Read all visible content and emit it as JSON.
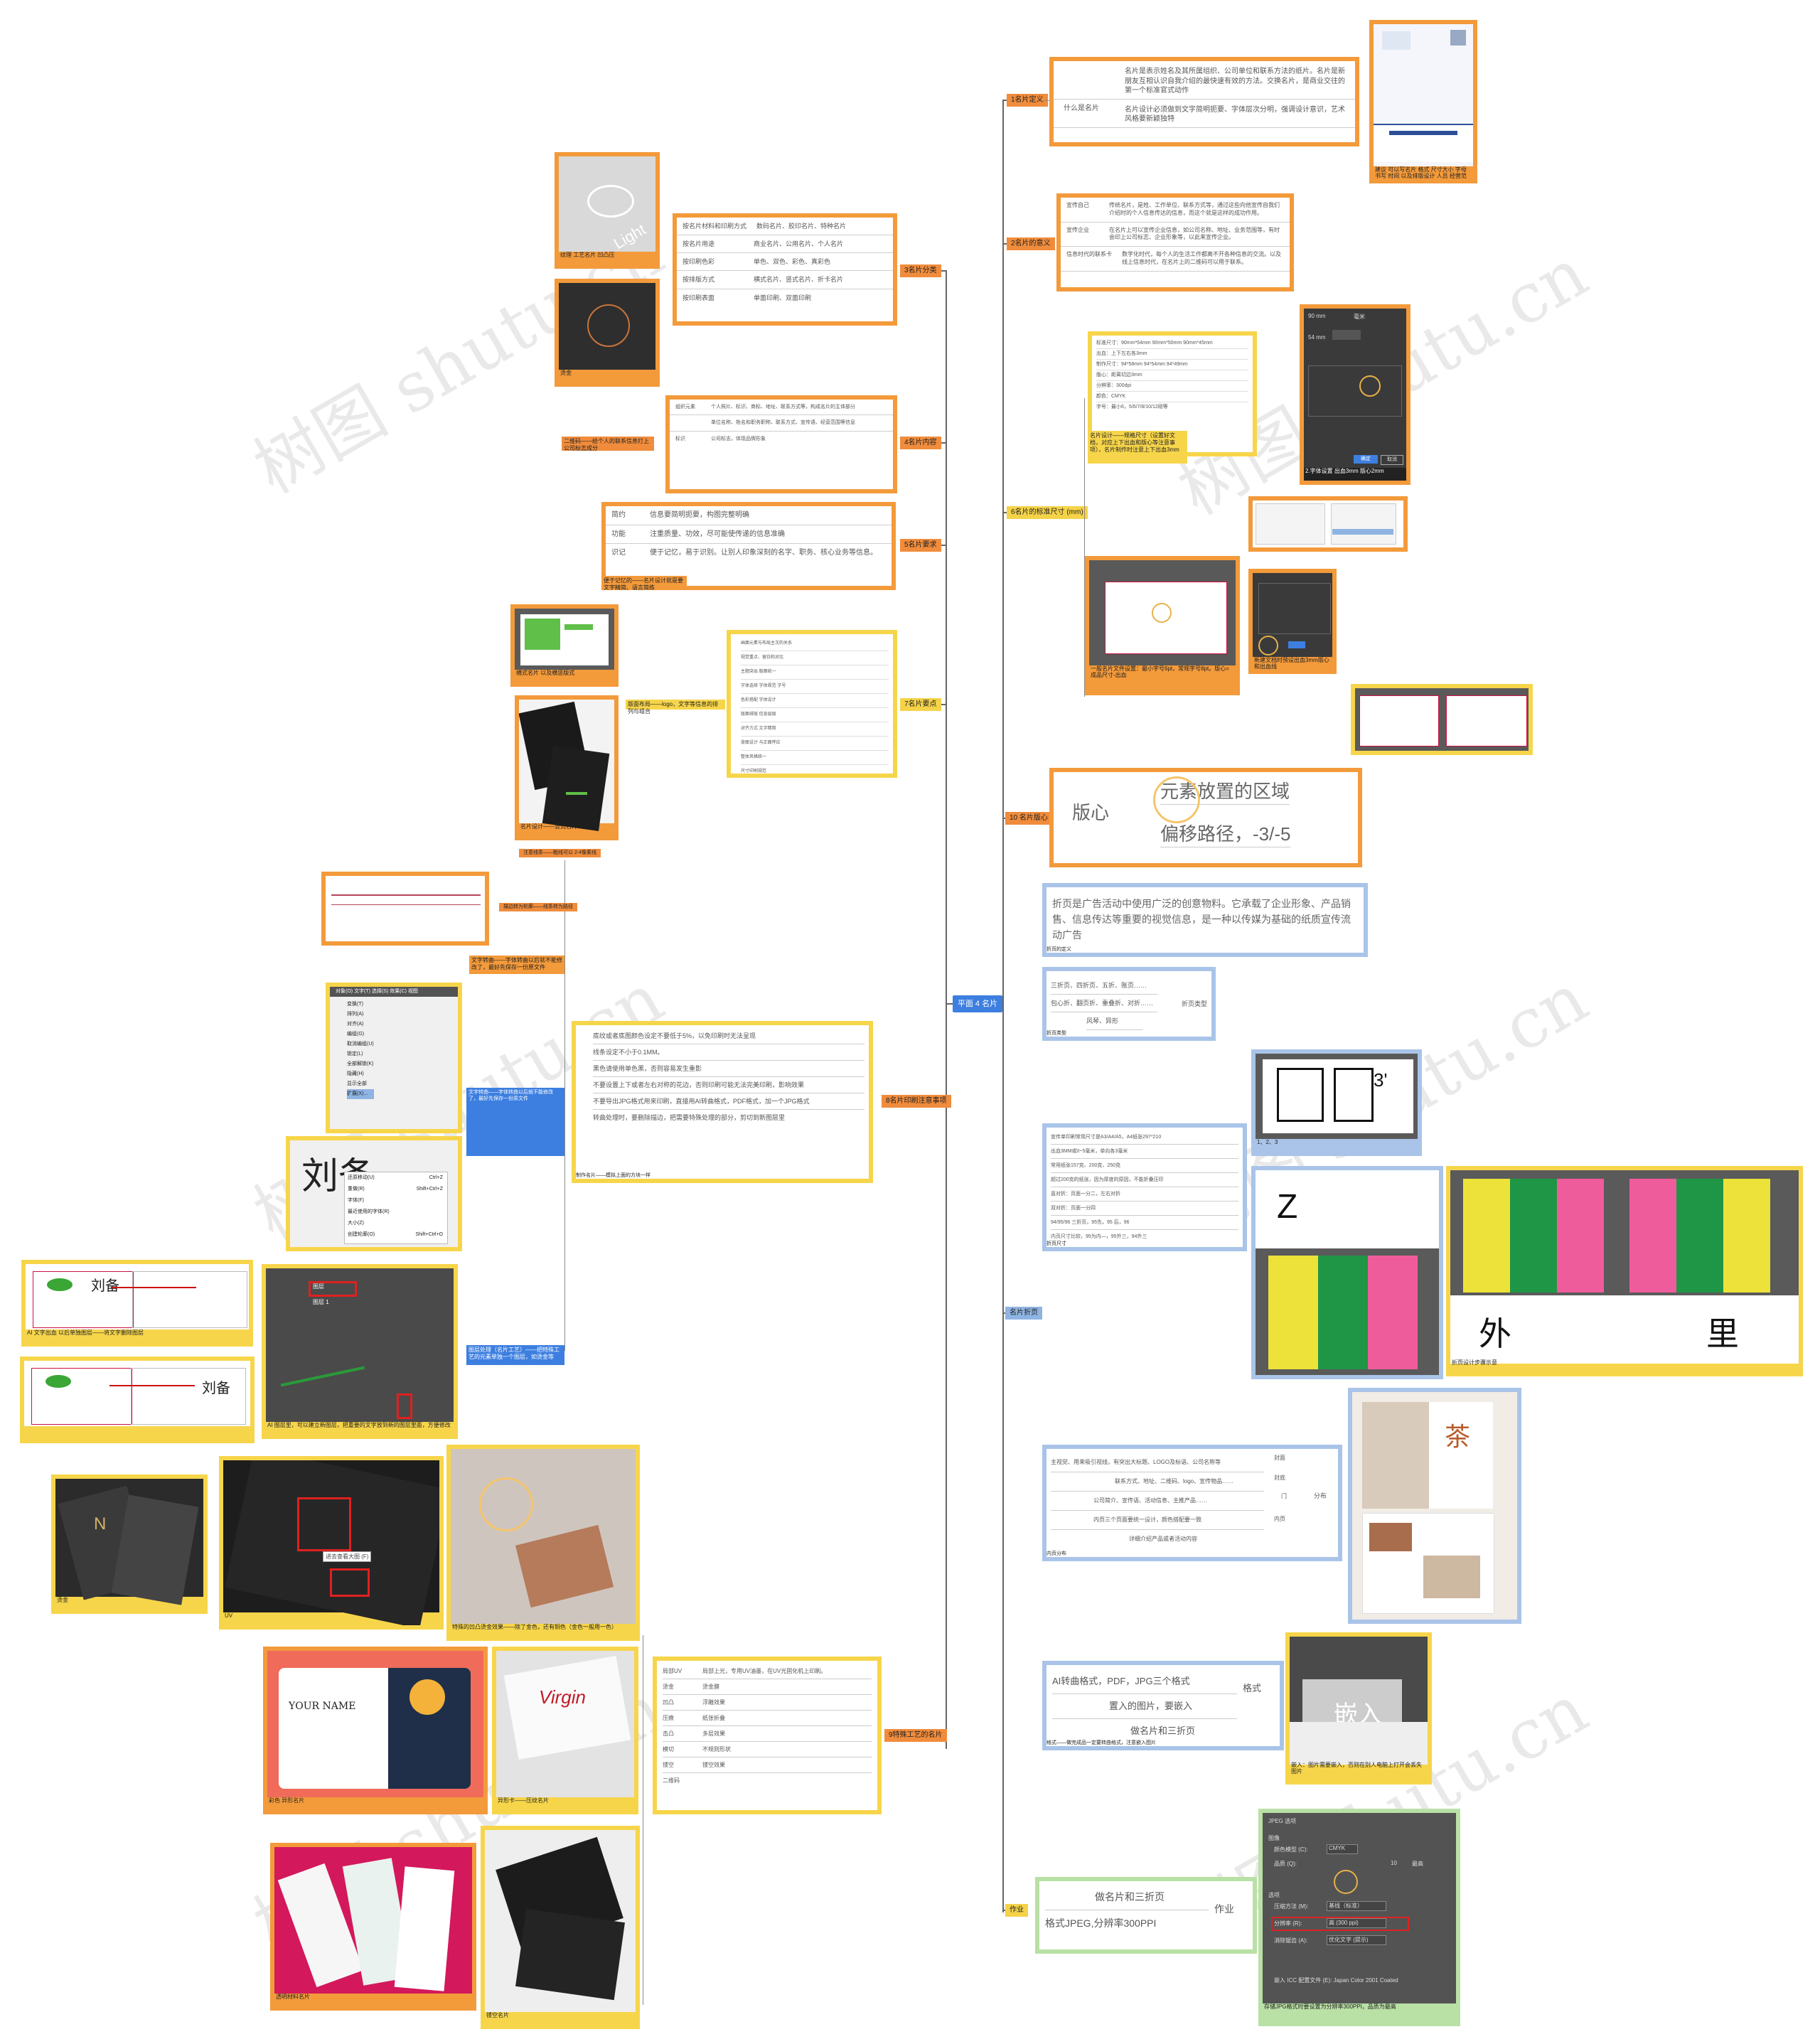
{
  "center": "平面 4 名片",
  "right": {
    "n1": {
      "label": "1名片定义",
      "rows": [
        {
          "k": "",
          "v": "名片是表示姓名及其所属组织、公司单位和联系方法的纸片。名片是新朋友互相认识自我介绍的最快速有效的方法。交换名片，是商业交往的第一个标准官式动作"
        },
        {
          "k": "什么是名片",
          "v": ""
        },
        {
          "k": "",
          "v": "名片设计必须做到文字简明扼要、字体层次分明，强调设计意识，艺术风格要新颖独特"
        }
      ],
      "img_caption": "建议 可以写名片 格式 尺寸大小 字母书写 时间 以及排版设计 人员 经营范围"
    },
    "n2": {
      "label": "2名片的意义",
      "rows": [
        {
          "k": "宣传自己",
          "v": "传统名片，是姓、工作单位、联系方式等，通过这些向他宣传自我们介绍时的个人信息传达的信息，而这个就是这样的成功作用。"
        },
        {
          "k": "宣传企业",
          "v": "在名片上可以宣传企业信息，如公司名称、地址、业务范围等，有时会印上公司标志、企业形象等，以此来宣传企业。"
        },
        {
          "k": "信息时代的联系卡",
          "v": "数字化时代，每个人的生活工作都离不开各种信息的交流。以及线上信息时代，在名片上的二维码可以用于联系。"
        }
      ]
    },
    "n3": {
      "label": "6名片的标准尺寸 (mm)",
      "rows": [
        "标准尺寸：90mm*54mm   90mm*50mm   90mm*45mm",
        "出血：上下左右各3mm",
        "制作尺寸：94*58mm   94*54mm   94*49mm",
        "版心：距离切边3mm",
        "分辨率：300dpi",
        "颜色：CMYK",
        "字号：最小6，5/6/7/8/10/12磅等"
      ],
      "cap_a": "名片设计——规格尺寸（设置好文档，对应上下出血和版心等注意事项），名片制作时注意上下出血3mm",
      "cap_b": "2.字体设置 出血3mm 版心2mm",
      "cap_c": "一般名片文件设置：最小字号6pt，常规字号8pt。版心=成品尺寸-出血",
      "cap_d": "新建文档时预设出血3mm版心和出血线",
      "dlg": {
        "title": "新建文档",
        "w": "90 mm",
        "h": "54 mm",
        "unit": "毫米",
        "ok": "确定",
        "cancel": "取消"
      }
    },
    "n4": {
      "label": "10 名片版心",
      "a": "元素放置的区域",
      "b": "版心",
      "c": "偏移路径，-3/-5"
    },
    "n5": {
      "text": "折页是广告活动中使用广泛的创意物料。它承载了企业形象、产品销售、信息传达等重要的视觉信息，是一种以传媒为基础的纸质宣传流动广告",
      "cap": "折页的定义"
    },
    "n6": {
      "items": [
        "三折页、四折页、五折、账页……",
        "包心折、翻页折、重叠折、对折……",
        "风琴、异形"
      ],
      "label": "折页类型",
      "cap": "折页类型"
    },
    "n7": {
      "label": "名片折页",
      "rows": [
        "宣传单印刷常用尺寸是A3/A4/A5，A4纸张297*210",
        "出血3MM或0~5毫米，单向各3毫米",
        "常用纸张157克、200克、250克",
        "超过200克的纸张，因为厚度的原因，不能折叠压印",
        "直对折：页面一分二，左右对折",
        "双对折：页面一分四",
        "94/95/96 三折页，95先，95 后，96",
        "内页尺寸比较，95为内—，95外三，94外三"
      ],
      "cap": "折页尺寸",
      "cap2": "折页设计步骤示意",
      "num": "1、2、3"
    },
    "n8": {
      "rows": [
        "主视觉、用来吸引视线，有突出大标题、LOGO及标语、公司名称等",
        "联系方式、地址、二维码、logo、宣传物品……",
        "公司简介、宣传语、活动信息、主推产品……",
        "内页三个页面要统一设计，颜色搭配要一致",
        "详细介绍产品或者活动内容"
      ],
      "k": [
        "封面",
        "封底",
        "门",
        "内页"
      ],
      "label": "分布",
      "cap": "内页分布"
    },
    "n9": {
      "rows": [
        "AI转曲格式，PDF，JPG三个格式",
        "置入的图片，要嵌入",
        "做名片和三折页"
      ],
      "label": "格式",
      "cap": "格式——做完成品一定要转曲格式，注意嵌入图片",
      "cap2": "嵌入：图片需要嵌入，否则在别人电脑上打开会丢失图片",
      "embed": "嵌入"
    },
    "n10": {
      "rows": [
        "做名片和三折页",
        "格式JPEG,分辨率300PPI"
      ],
      "label": "作业",
      "tag": "作业",
      "cap": "存储JPG格式时要设置为分辨率300PPI，品质为最高",
      "dlg": {
        "title": "JPEG 选项",
        "a": "图像",
        "b": "颜色模型 (C):",
        "b1": "CMYK",
        "c": "品质 (Q):",
        "c1": "10",
        "c2": "最高",
        "d": "选项",
        "e": "压缩方法 (M):",
        "e1": "基线（标准）",
        "f": "分辨率 (R):",
        "f1": "高 (300 ppi)",
        "g": "消除锯齿 (A):",
        "g1": "优化文字 (提示)",
        "h": "嵌入 ICC 配置文件 (E): Japan Color 2001 Coated"
      }
    }
  },
  "left": {
    "n1": {
      "label": "3名片分类",
      "rows": [
        {
          "k": "按名片材料和印刷方式",
          "v": "数码名片、胶印名片、特种名片"
        },
        {
          "k": "按名片用途",
          "v": "商业名片、公用名片、个人名片"
        },
        {
          "k": "按印刷色彩",
          "v": "单色、双色、彩色、真彩色"
        },
        {
          "k": "按排版方式",
          "v": "横式名片、竖式名片、折卡名片"
        },
        {
          "k": "按印刷表面",
          "v": "单面印刷、双面印刷"
        }
      ],
      "cap1": "纹理 工艺名片 凹凸压",
      "cap2": "烫金"
    },
    "n2": {
      "label": "4名片内容",
      "note": "二维码——给个人的联系信息打上公司标志成分",
      "rows": [
        {
          "k": "组织元素",
          "v": "个人照片、标识、商标、地址、联系方式等，构成名片的主体部分"
        },
        {
          "k": "",
          "v": "单位名称、姓名和职务职称、联系方式、宣传语、经营范围等信息"
        },
        {
          "k": "标识",
          "v": "公司标志，体现品牌形象"
        }
      ]
    },
    "n3": {
      "label": "5名片要求",
      "rows": [
        {
          "k": "简约",
          "v": "信息要简明扼要，构图完整明确"
        },
        {
          "k": "功能",
          "v": "注重质量、功效，尽可能使传递的信息准确"
        },
        {
          "k": "识记",
          "v": "便于记忆，易于识别。让别人印象深刻的名字、职务、核心业务等信息。"
        }
      ],
      "cap": "便于记忆的——名片设计就是要文字精简、语言简练"
    },
    "n4": {
      "label": "7名片要点",
      "tag": "版面布局——logo，文字等信息的排列与组合",
      "rows": [
        "画面元素与布局主次的关系",
        "视觉重点、留白和对比",
        "主题突出 版面统一",
        "字体选择 字体规范 字号",
        "色彩搭配 字体设计",
        "版面排版 信息层级",
        "对齐方式 文字精简",
        "背面设计 与正面呼应",
        "整体风格统一",
        "尺寸印刷规范"
      ],
      "cap1": "横式名片 以及横竖版式",
      "cap2": "名片设计——竖式名片"
    },
    "n5": {
      "label": "8名片印刷注意事项",
      "rows": [
        "底纹或者底图颜色设定不要低于5%，以免印刷时无法呈现",
        "线条设定不小于0.1MM。",
        "黑色请使用单色黑，否则容易发生重影",
        "不要设置上下或者左右对称的花边，否则印刷可能无法完美印刷，影响效果",
        "不要导出JPG格式用来印刷，直接用AI转曲格式，PDF格式，加一个JPG格式",
        "转曲处理时，要删除描边，把需要特殊处理的部分，剪切到新图层里"
      ],
      "cap": "制作名片——模拟上面的方块一样",
      "menu": [
        "对象(O)",
        "文字(T)",
        "选择(S)",
        "效果(C)",
        "视图"
      ],
      "menu_items": [
        "变换(T)",
        "排列(A)",
        "对齐(A)",
        "编组(G)",
        "取消编组(U)",
        "锁定(L)",
        "全部解锁(K)",
        "隐藏(H)",
        "显示全部",
        "扩展(X)..."
      ],
      "cap2": "注意线条——粗线可以 2-4像素线",
      "cap3": "描边转为轮廓——线条转为路径",
      "note": "文字转曲——字体转曲以后就不能修改了，最好先保存一份原文件",
      "menu2": [
        "还原移动(U)",
        "重做(R)",
        "字体(F)",
        "最近使用的字体(R)",
        "大小(Z)",
        "创建轮廓(O)"
      ],
      "menu2_k": [
        "Ctrl+Z",
        "Shift+Ctrl+Z",
        "",
        "",
        "",
        "Shift+Ctrl+O"
      ],
      "sample": "刘备",
      "sample2": "刘备",
      "layer1": "图层",
      "layer2": "图层 1",
      "cap4": "AI 文字出血 以后单独图层——将文字删除图层",
      "cap5": "AI 图层里，可以建立新图层，把重要的文字放到新的图层里面，方便修改",
      "note2": "图层处理（名片工艺）——把特殊工艺的元素单独一个图层，如烫金等"
    },
    "n6": {
      "label": "9特殊工艺的名片",
      "rows": [
        "局部UV",
        "局部上光，专用UV油墨，在UV光固化机上印刷。",
        "烫金",
        "烫金膜",
        "凹凸",
        "浮雕效果",
        "压痕",
        "纸张折叠",
        "击凸",
        "多层效果",
        "模切",
        "不规则形状",
        "镂空",
        "镂空效果",
        "二维码",
        ""
      ],
      "cap1": "烫金",
      "cap2": "UV",
      "cap3": "烫金",
      "tip": "进去查看大图 (F)",
      "cap4": "特殊的凹凸烫金效果——除了金色，还有铜色（金色一般用一色）",
      "cap5": "彩色 异形名片",
      "cap6": "异形卡——压纹名片",
      "cap7": "透明材料名片",
      "cap8": "镂空名片"
    }
  },
  "watermark": "树图 shutu.cn",
  "colors": {
    "orange": "#f39a3b",
    "yellow": "#f7d54a",
    "blue": "#a9c4e8",
    "green": "#b9e0a5",
    "center": "#3d7fe0"
  }
}
